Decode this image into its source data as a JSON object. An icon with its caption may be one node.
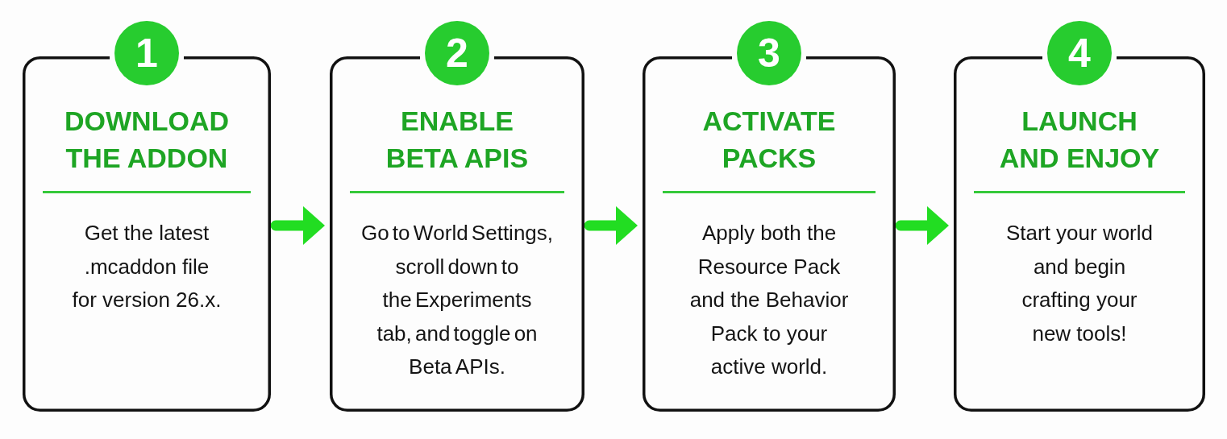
{
  "diagram": {
    "nodes": [
      {
        "text": [
          "1"
        ]
      },
      {
        "text": [
          "DOWNLOAD THE ADDON",
          "Get the latest .mcaddon file for version 26.x."
        ]
      },
      {
        "text": [
          "2"
        ]
      },
      {
        "text": [
          "ENABLE BETA APIS",
          "Go to World Settings, scroll down to the Experiments tab, and toggle on Beta APIs."
        ]
      },
      {
        "text": [
          "3"
        ]
      },
      {
        "text": [
          "ACTIVATE PACKS",
          "Apply both the Resource Pack and the Behavior Pack to your active world."
        ]
      },
      {
        "text": [
          "4"
        ]
      },
      {
        "text": [
          "LAUNCH AND ENJOY",
          "Start your world and begin crafting your new tools!"
        ]
      }
    ],
    "edges": [
      {
        "from": 1,
        "to": 3,
        "arrow": "to"
      },
      {
        "from": 3,
        "to": 5,
        "arrow": "to"
      },
      {
        "from": 5,
        "to": 7,
        "arrow": "to"
      }
    ]
  }
}
